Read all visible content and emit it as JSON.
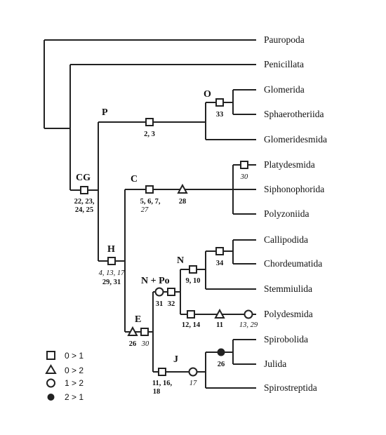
{
  "taxa": {
    "pauropoda": "Pauropoda",
    "penicillata": "Penicillata",
    "glomerida": "Glomerida",
    "sphaerotheriida": "Sphaerotheriida",
    "glomeridesmida": "Glomeridesmida",
    "platydesmida": "Platydesmida",
    "siphonophorida": "Siphonophorida",
    "polyzoniida": "Polyzoniida",
    "callipodida": "Callipodida",
    "chordeumatida": "Chordeumatida",
    "stemmiulida": "Stemmiulida",
    "polydesmida": "Polydesmida",
    "spirobolida": "Spirobolida",
    "julida": "Julida",
    "spirostreptida": "Spirostreptida"
  },
  "clades": {
    "cg": "CG",
    "p": "P",
    "o": "O",
    "c": "C",
    "h": "H",
    "n": "N",
    "npo": "N + Po",
    "e": "E",
    "j": "J"
  },
  "characters": {
    "cg_a": "22, 23,",
    "cg_b": "24, 25",
    "p": "2, 3",
    "o": "33",
    "plat": "30",
    "c_a": "5, 6, 7,",
    "c_b": "27",
    "c_tri": "28",
    "h_a": "4, 13, 17",
    "h_b": "29, 31",
    "e_tri": "26",
    "e_sq": "30",
    "npo_circ": "31",
    "npo_sq": "32",
    "n": "9, 10",
    "callchor": "34",
    "poly_sq": "12, 14",
    "poly_tri": "11",
    "poly_circ": "13, 29",
    "j_a": "11, 16,",
    "j_b": "18",
    "j_circ": "17",
    "spiro": "26"
  },
  "legend": {
    "square": "0 > 1",
    "triangle": "0 > 2",
    "circle": "1 > 2",
    "dot": "2 > 1"
  }
}
